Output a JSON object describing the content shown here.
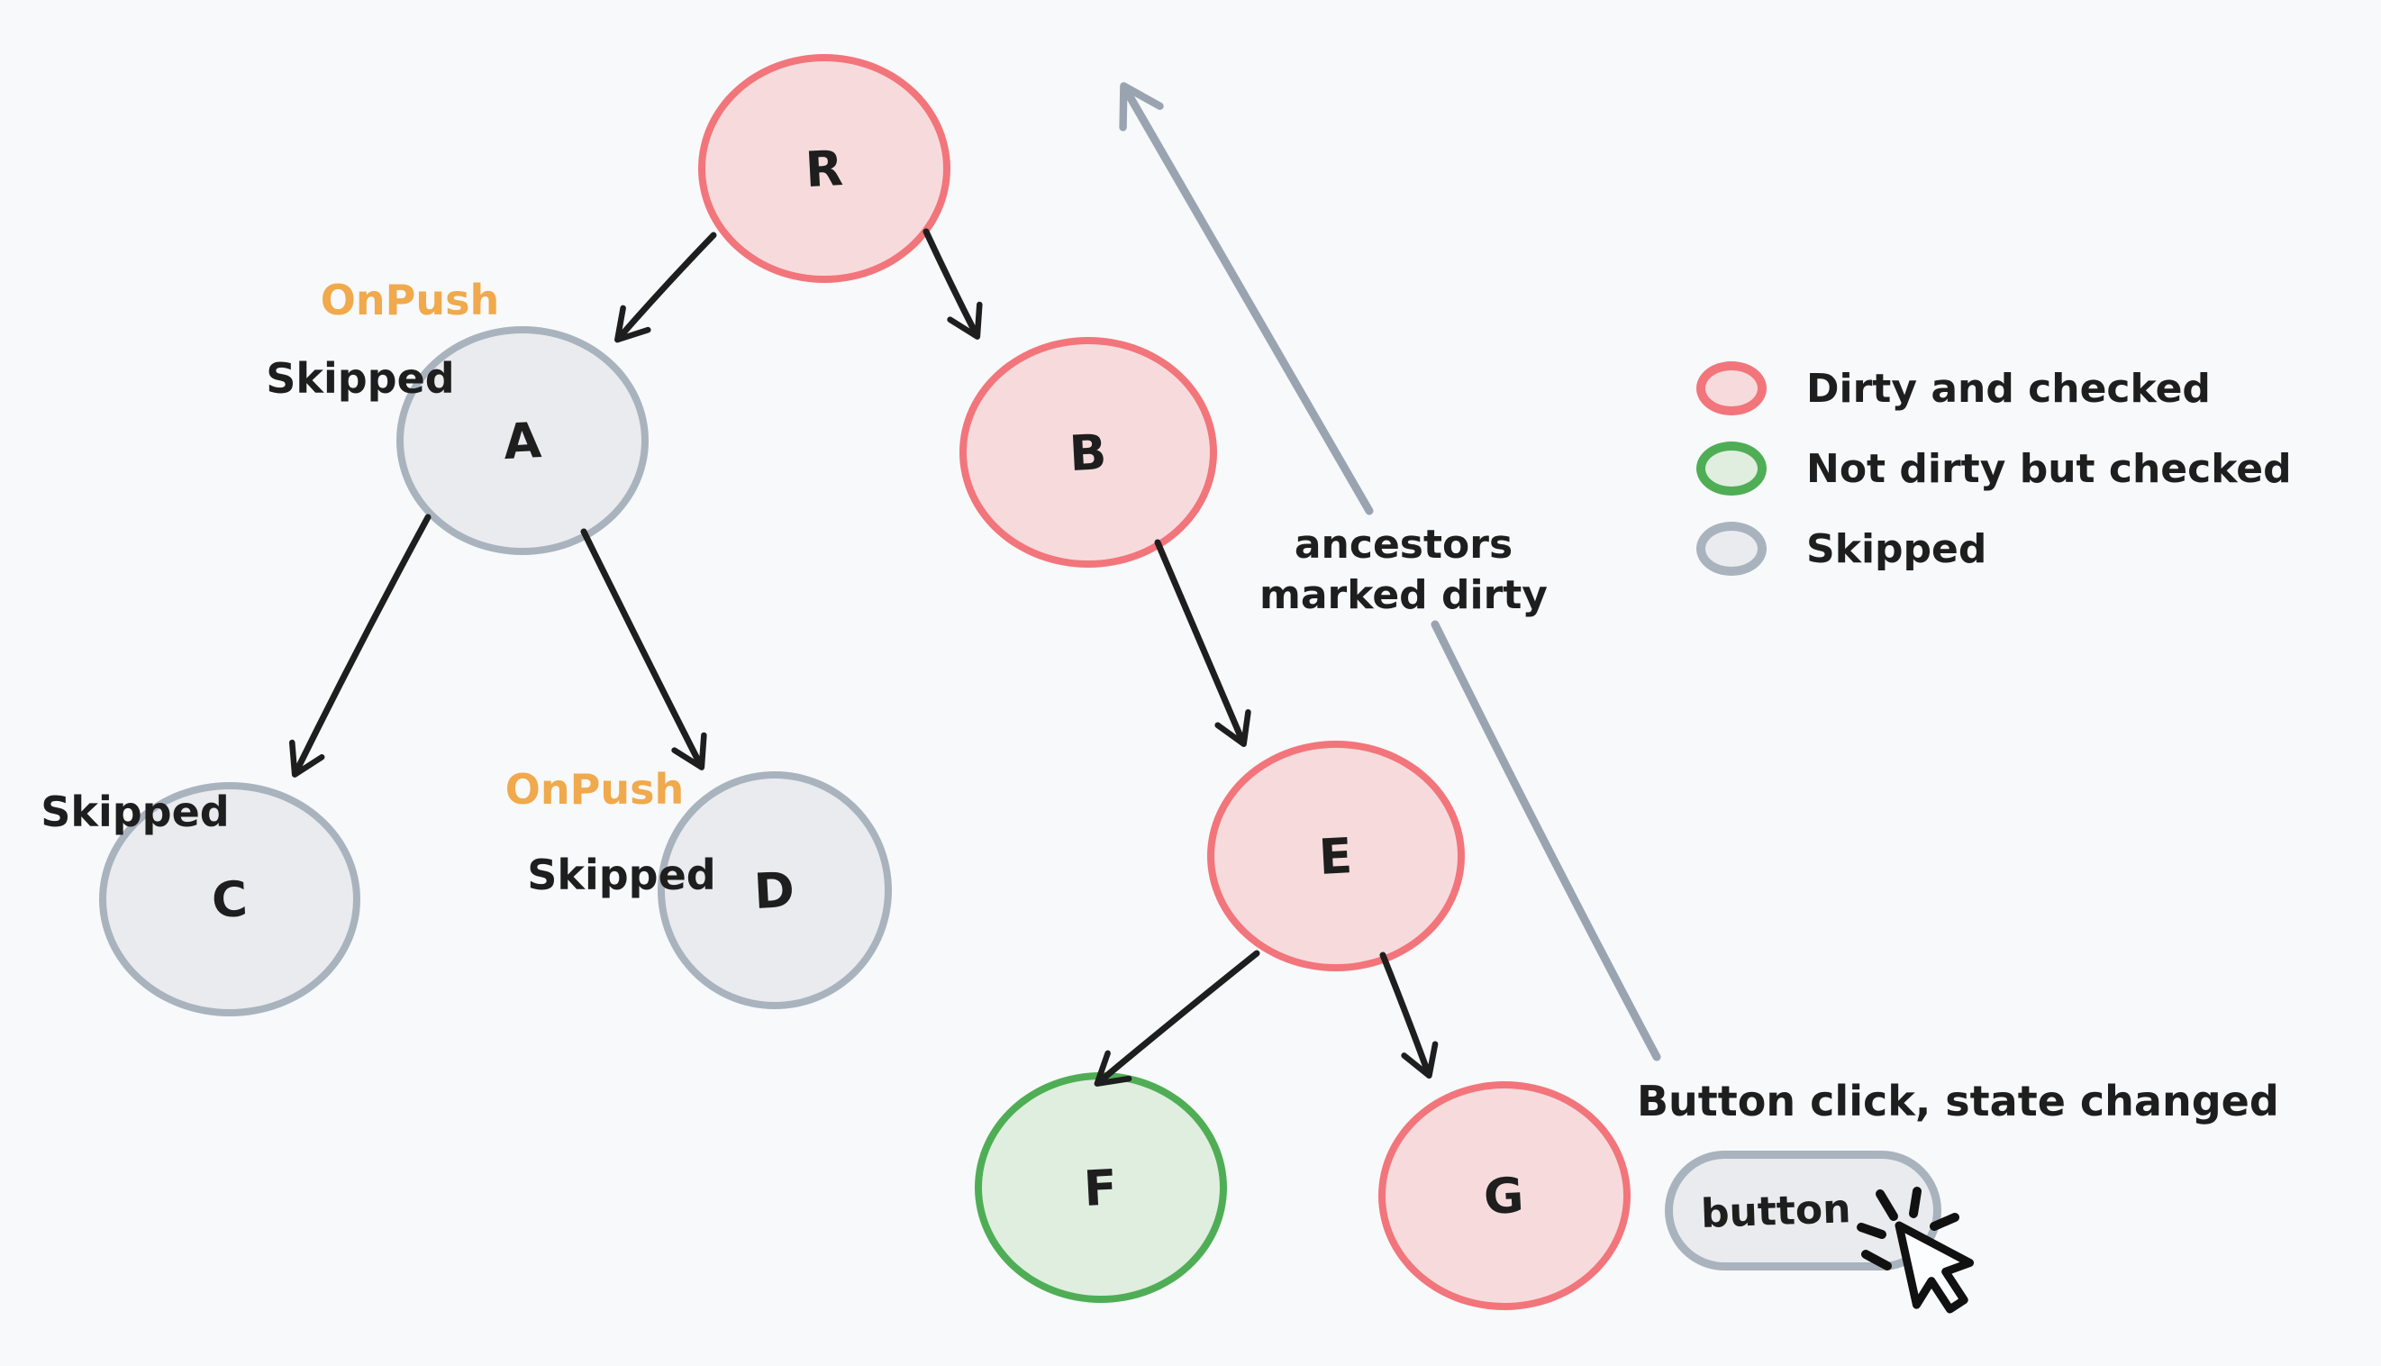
{
  "palette": {
    "background": "#f7f9fa",
    "ink": "#1e1e1e",
    "onpush_orange": "#f0a94c",
    "dirty_border": "#f2757b",
    "dirty_fill": "#f7dbdc",
    "checked_border": "#4fae55",
    "checked_fill": "#dfeedf",
    "skipped_border": "#a9b3be",
    "skipped_fill": "#e9ebee",
    "annotation_arrow_gray": "#9aa4b1"
  },
  "nodes": {
    "R": {
      "label": "R",
      "state": "dirty"
    },
    "A": {
      "label": "A",
      "state": "skipped",
      "onpush": "OnPush",
      "skipped": "Skipped"
    },
    "B": {
      "label": "B",
      "state": "dirty"
    },
    "C": {
      "label": "C",
      "state": "skipped",
      "skipped": "Skipped"
    },
    "D": {
      "label": "D",
      "state": "skipped",
      "onpush": "OnPush",
      "skipped": "Skipped"
    },
    "E": {
      "label": "E",
      "state": "dirty"
    },
    "F": {
      "label": "F",
      "state": "checked"
    },
    "G": {
      "label": "G",
      "state": "dirty"
    }
  },
  "edges": [
    [
      "R",
      "A"
    ],
    [
      "R",
      "B"
    ],
    [
      "A",
      "C"
    ],
    [
      "A",
      "D"
    ],
    [
      "B",
      "E"
    ],
    [
      "E",
      "F"
    ],
    [
      "E",
      "G"
    ]
  ],
  "annotation": {
    "line1": "ancestors",
    "line2": "marked dirty"
  },
  "legend": {
    "items": [
      {
        "label": "Dirty and checked",
        "state": "dirty"
      },
      {
        "label": "Not dirty but checked",
        "state": "checked"
      },
      {
        "label": "Skipped",
        "state": "skipped"
      }
    ]
  },
  "button_area": {
    "caption": "Button click, state changed",
    "button_label": "button"
  }
}
